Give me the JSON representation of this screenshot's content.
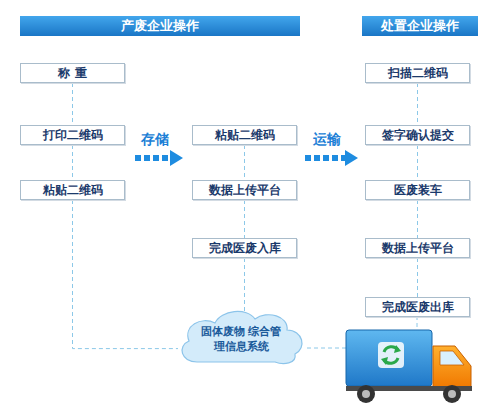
{
  "diagram": {
    "nodes": [
      {
        "text": [
          "产废企业操作"
        ]
      },
      {
        "text": [
          "处置企业操作"
        ]
      },
      {
        "text": [
          "称 重"
        ]
      },
      {
        "text": [
          "打印二维码"
        ]
      },
      {
        "text": [
          "粘贴二维码"
        ]
      },
      {
        "text": [
          "粘贴二维码"
        ]
      },
      {
        "text": [
          "数据上传平台"
        ]
      },
      {
        "text": [
          "完成医废入库"
        ]
      },
      {
        "text": [
          "扫描二维码"
        ]
      },
      {
        "text": [
          "签字确认提交"
        ]
      },
      {
        "text": [
          "医废装车"
        ]
      },
      {
        "text": [
          "数据上传平台"
        ]
      },
      {
        "text": [
          "完成医废出库"
        ]
      },
      {
        "text": [
          "固体废物 综合管理信息系统"
        ]
      }
    ],
    "edges": [
      {
        "from": 2,
        "to": 3,
        "arrow": "none"
      },
      {
        "from": 3,
        "to": 4,
        "arrow": "none"
      },
      {
        "from": 4,
        "to": 13,
        "arrow": "none"
      },
      {
        "from": 5,
        "to": 6,
        "arrow": "none"
      },
      {
        "from": 6,
        "to": 7,
        "arrow": "none"
      },
      {
        "from": 7,
        "to": 13,
        "arrow": "none"
      },
      {
        "from": 8,
        "to": 9,
        "arrow": "none"
      },
      {
        "from": 9,
        "to": 10,
        "arrow": "none"
      },
      {
        "from": 10,
        "to": 11,
        "arrow": "none"
      },
      {
        "from": 11,
        "to": 12,
        "arrow": "none"
      }
    ],
    "labels": [
      "存储",
      "运输"
    ]
  }
}
